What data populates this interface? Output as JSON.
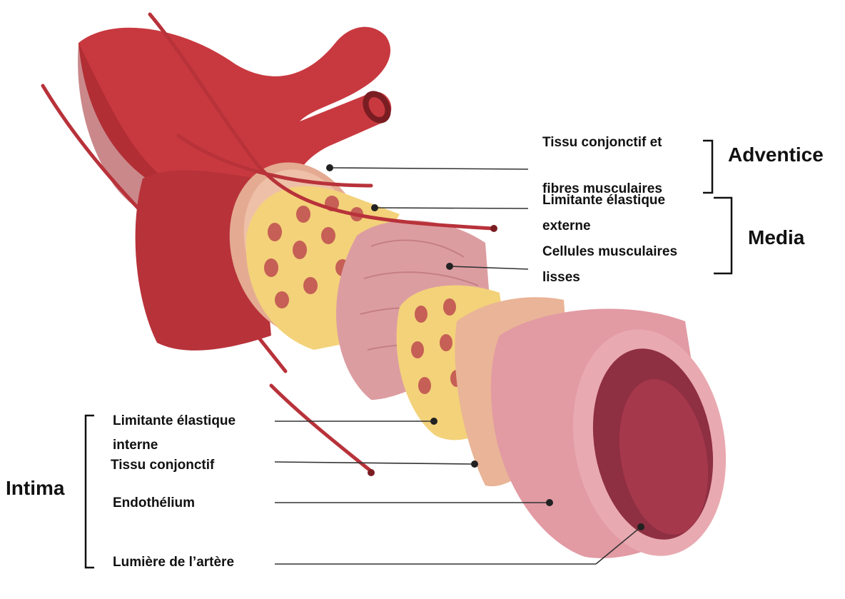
{
  "colors": {
    "vessel_red": "#c8393f",
    "vessel_dark": "#9e262c",
    "adventitia": "#e9b59b",
    "elastic_yellow": "#f3d27a",
    "muscle_pink": "#e1a1a4",
    "endothelium": "#e29aa3",
    "lumen": "#8e2f42",
    "leader_line": "#333333"
  },
  "groups": {
    "adventice": "Adventice",
    "media": "Media",
    "intima": "Intima"
  },
  "labels": {
    "tissu_conjonctif_et": "Tissu conjonctif et",
    "fibres_musculaires": "fibres musculaires",
    "limitante_externe_1": "Limitante élastique",
    "limitante_externe_2": "externe",
    "cellules_musculaires_1": "Cellules musculaires",
    "cellules_musculaires_2": "lisses",
    "limitante_interne_1": "Limitante élastique",
    "limitante_interne_2": "interne",
    "tissu_conjonctif": "Tissu conjonctif",
    "endothelium": "Endothélium",
    "lumiere": "Lumière de l’artère"
  }
}
